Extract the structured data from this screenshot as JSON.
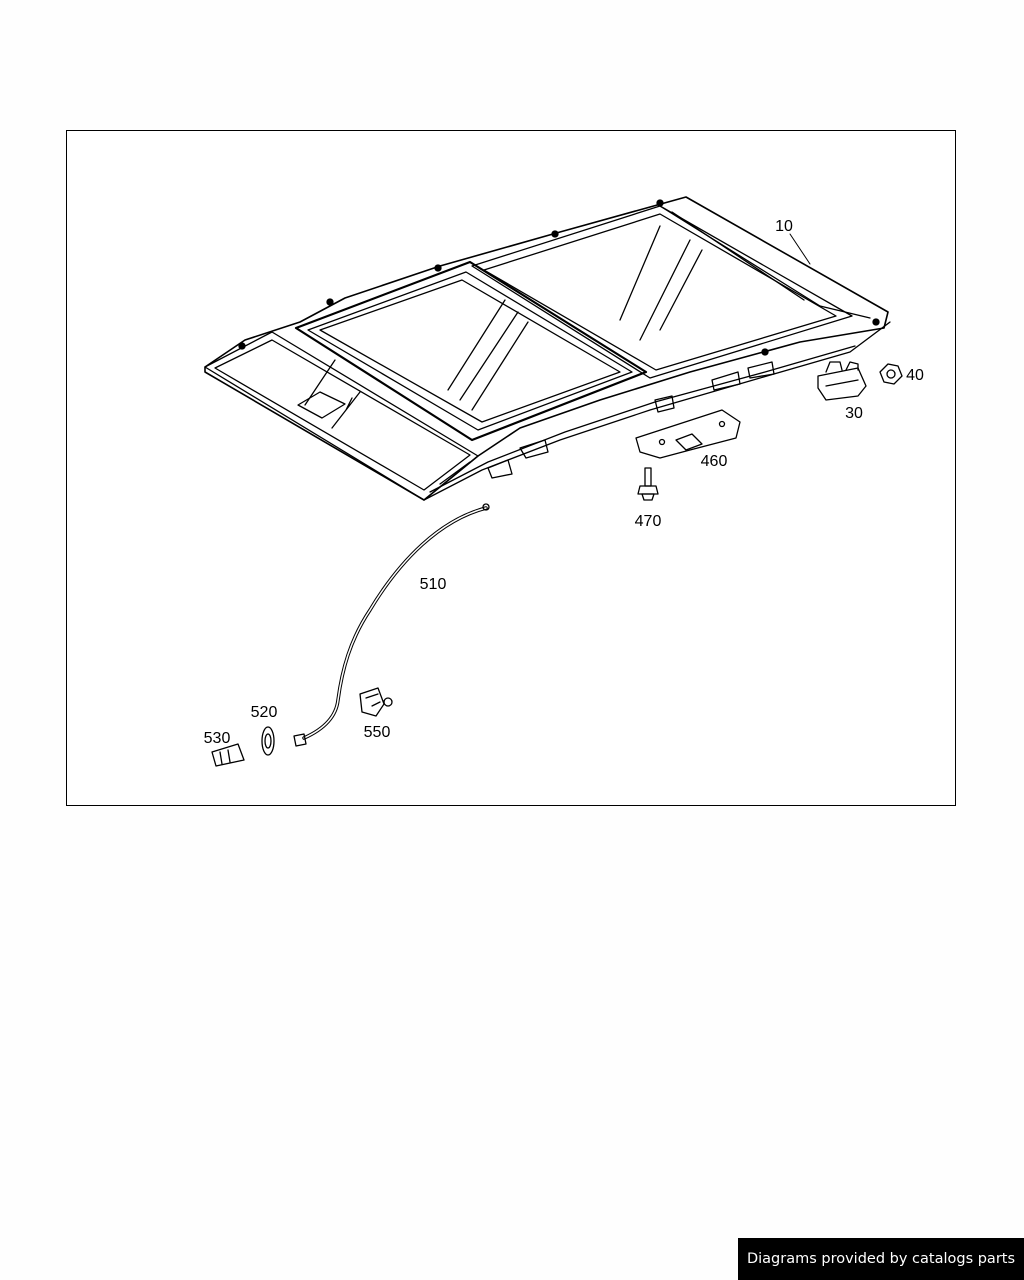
{
  "diagram": {
    "callouts": [
      "10",
      "30",
      "40",
      "460",
      "470",
      "510",
      "520",
      "530",
      "550"
    ]
  },
  "footer": {
    "credit_text": "Diagrams provided by catalogs parts",
    "background_color": "#000000",
    "text_color": "#ffffff"
  }
}
